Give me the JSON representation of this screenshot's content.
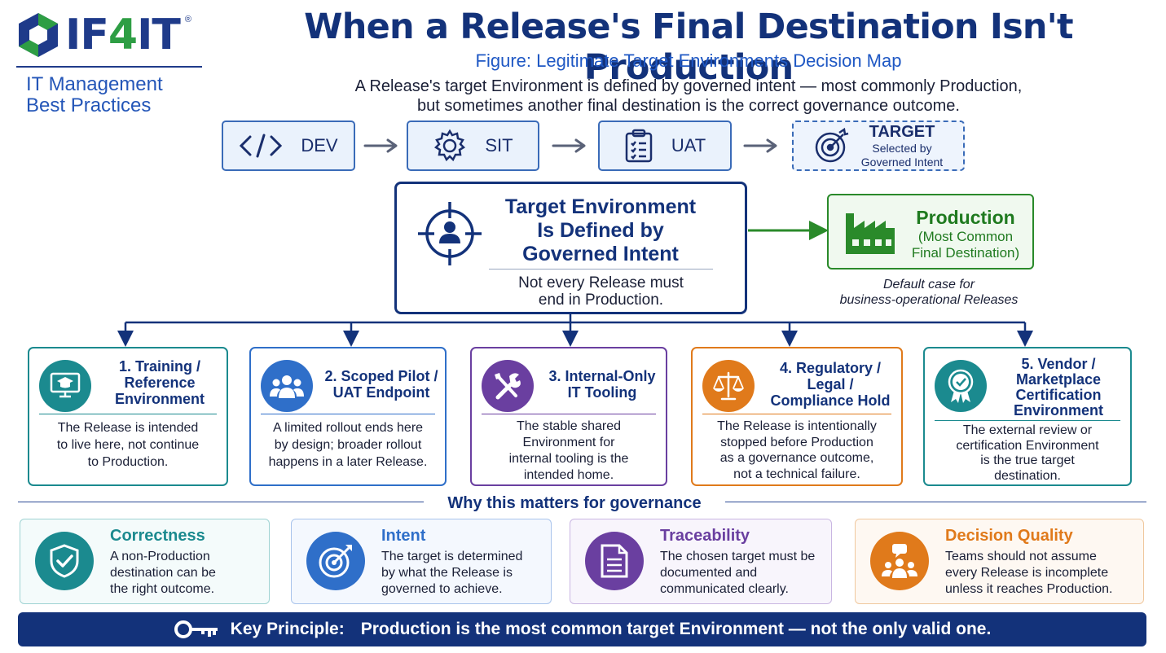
{
  "logo": {
    "part_a": "IF",
    "part_b": "4",
    "part_c": "IT",
    "registered": "®",
    "subtitle_line1": "IT Management",
    "subtitle_line2": "Best Practices"
  },
  "header": {
    "title": "When a Release's Final Destination Isn't Production",
    "subtitle": "Figure: Legitimate Target Environments Decision Map",
    "description_line1": "A Release's target Environment is defined by governed intent — most commonly Production,",
    "description_line2": "but sometimes another final destination is the correct governance outcome."
  },
  "flow": {
    "stages": [
      {
        "label": "DEV",
        "icon": "code-icon"
      },
      {
        "label": "SIT",
        "icon": "gear-icon"
      },
      {
        "label": "UAT",
        "icon": "clipboard-icon"
      }
    ],
    "target": {
      "title": "TARGET",
      "line1": "Selected by",
      "line2": "Governed Intent",
      "icon": "target-icon"
    }
  },
  "center": {
    "title_line1": "Target Environment",
    "title_line2": "Is Defined by",
    "title_line3": "Governed Intent",
    "note_line1": "Not every Release must",
    "note_line2": "end in Production.",
    "icon": "crosshair-person-icon"
  },
  "production": {
    "title": "Production",
    "line1": "(Most Common",
    "line2": "Final Destination)",
    "note_line1": "Default case for",
    "note_line2": "business-operational Releases",
    "icon": "factory-icon",
    "color": "#2a8a2a"
  },
  "options": [
    {
      "title": [
        "1. Training /",
        "Reference",
        "Environment"
      ],
      "body": [
        "The Release is intended",
        "to live here, not continue",
        "to Production."
      ],
      "color": "#1b8a8f",
      "icon": "monitor-graduation-icon"
    },
    {
      "title": [
        "2. Scoped Pilot /",
        "UAT Endpoint"
      ],
      "body": [
        "A limited rollout ends here",
        "by design; broader rollout",
        "happens in a later Release."
      ],
      "color": "#2f6fc9",
      "icon": "group-icon"
    },
    {
      "title": [
        "3. Internal-Only",
        "IT Tooling"
      ],
      "body": [
        "The stable shared",
        "Environment for",
        "internal tooling is the",
        "intended home."
      ],
      "color": "#6a3fa0",
      "icon": "tools-icon"
    },
    {
      "title": [
        "4. Regulatory /",
        "Legal /",
        "Compliance Hold"
      ],
      "body": [
        "The Release is intentionally",
        "stopped before Production",
        "as a governance outcome,",
        "not a technical failure."
      ],
      "color": "#e07a1b",
      "icon": "scales-icon"
    },
    {
      "title": [
        "5. Vendor /",
        "Marketplace",
        "Certification",
        "Environment"
      ],
      "body": [
        "The external review or",
        "certification Environment",
        "is the true target",
        "destination."
      ],
      "color": "#1b8a8f",
      "icon": "certificate-badge-icon"
    }
  ],
  "why": {
    "title": "Why this matters for governance",
    "items": [
      {
        "title": "Correctness",
        "body": [
          "A non-Production",
          "destination can be",
          "the right outcome."
        ],
        "color": "#1b8a8f",
        "icon": "shield-check-icon"
      },
      {
        "title": "Intent",
        "body": [
          "The target is determined",
          "by what the Release is",
          "governed to achieve."
        ],
        "color": "#2f6fc9",
        "icon": "target-arrow-icon"
      },
      {
        "title": "Traceability",
        "body": [
          "The chosen target must be",
          "documented and",
          "communicated clearly."
        ],
        "color": "#6a3fa0",
        "icon": "document-icon"
      },
      {
        "title": "Decision Quality",
        "body": [
          "Teams should not assume",
          "every Release is incomplete",
          "unless it reaches Production."
        ],
        "color": "#e07a1b",
        "icon": "team-chat-icon"
      }
    ]
  },
  "key": {
    "label": "Key Principle:",
    "text": "Production is the most common target Environment — not the only valid one.",
    "icon": "key-icon"
  }
}
